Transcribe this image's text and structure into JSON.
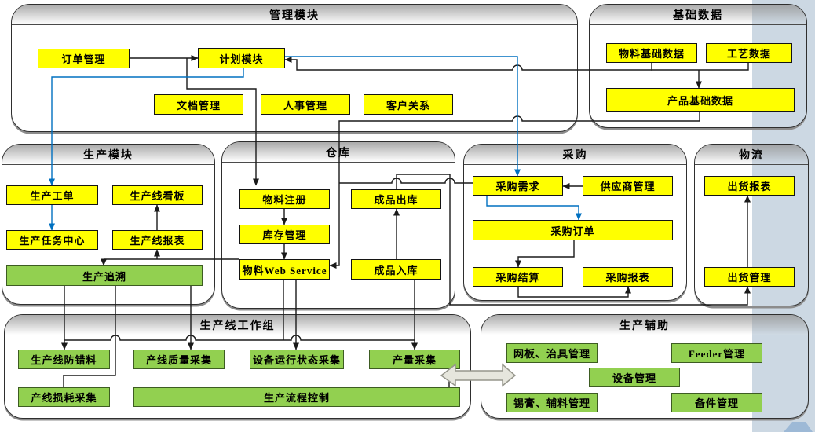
{
  "colors": {
    "node_yellow": "#ffff00",
    "node_green": "#92d050",
    "arrow_blue": "#0070c0",
    "arrow_black": "#1a1a1a",
    "side_band": "#ccd8e3",
    "corner_accent": "#9db9d6"
  },
  "sections": {
    "mgmt": {
      "title": "管理模块",
      "boxes": [
        {
          "label": "订单管理"
        },
        {
          "label": "计划模块"
        },
        {
          "label": "文档管理"
        },
        {
          "label": "人事管理"
        },
        {
          "label": "客户关系"
        }
      ]
    },
    "base": {
      "title": "基础数据",
      "boxes": [
        {
          "label": "物料基础数据"
        },
        {
          "label": "工艺数据"
        },
        {
          "label": "产品基础数据"
        }
      ]
    },
    "prod": {
      "title": "生产模块",
      "boxes": [
        {
          "label": "生产工单"
        },
        {
          "label": "生产线看板"
        },
        {
          "label": "生产任务中心"
        },
        {
          "label": "生产线报表"
        },
        {
          "label": "生产追溯"
        }
      ]
    },
    "wh": {
      "title": "仓库",
      "boxes": [
        {
          "label": "物料注册"
        },
        {
          "label": "成品出库"
        },
        {
          "label": "库存管理"
        },
        {
          "label": "物料Web Service"
        },
        {
          "label": "成品入库"
        }
      ]
    },
    "pur": {
      "title": "采购",
      "boxes": [
        {
          "label": "采购需求"
        },
        {
          "label": "供应商管理"
        },
        {
          "label": "采购订单"
        },
        {
          "label": "采购结算"
        },
        {
          "label": "采购报表"
        }
      ]
    },
    "log": {
      "title": "物流",
      "boxes": [
        {
          "label": "出货报表"
        },
        {
          "label": "出货管理"
        }
      ]
    },
    "line": {
      "title": "生产线工作组",
      "boxes": [
        {
          "label": "生产线防错料"
        },
        {
          "label": "产线质量采集"
        },
        {
          "label": "设备运行状态采集"
        },
        {
          "label": "产量采集"
        },
        {
          "label": "产线损耗采集"
        },
        {
          "label": "生产流程控制"
        }
      ]
    },
    "aux": {
      "title": "生产辅助",
      "boxes": [
        {
          "label": "网板、治具管理"
        },
        {
          "label": "Feeder管理"
        },
        {
          "label": "设备管理"
        },
        {
          "label": "锡膏、辅料管理"
        },
        {
          "label": "备件管理"
        }
      ]
    }
  }
}
